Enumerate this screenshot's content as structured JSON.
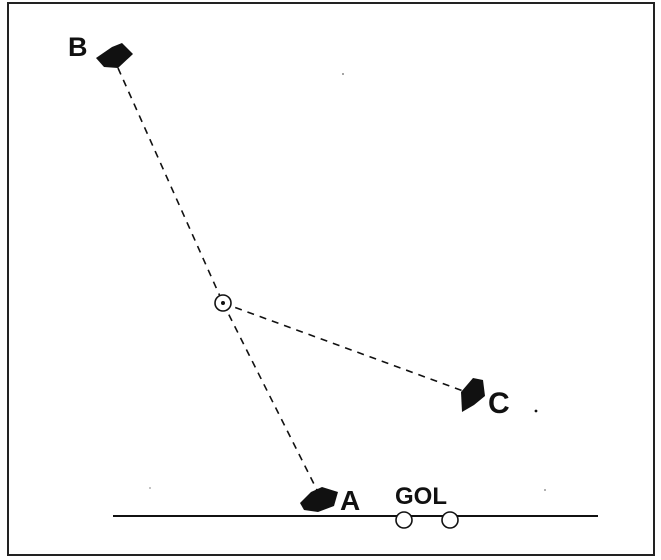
{
  "diagram": {
    "players": [
      {
        "id": "B",
        "label": "B"
      },
      {
        "id": "A",
        "label": "A"
      },
      {
        "id": "C",
        "label": "C"
      }
    ],
    "goal": {
      "label": "GOL",
      "posts": 2
    },
    "ball": {
      "icon": "ball-icon"
    },
    "colors": {
      "ink": "#111111",
      "background": "#ffffff",
      "border": "#222222"
    }
  }
}
